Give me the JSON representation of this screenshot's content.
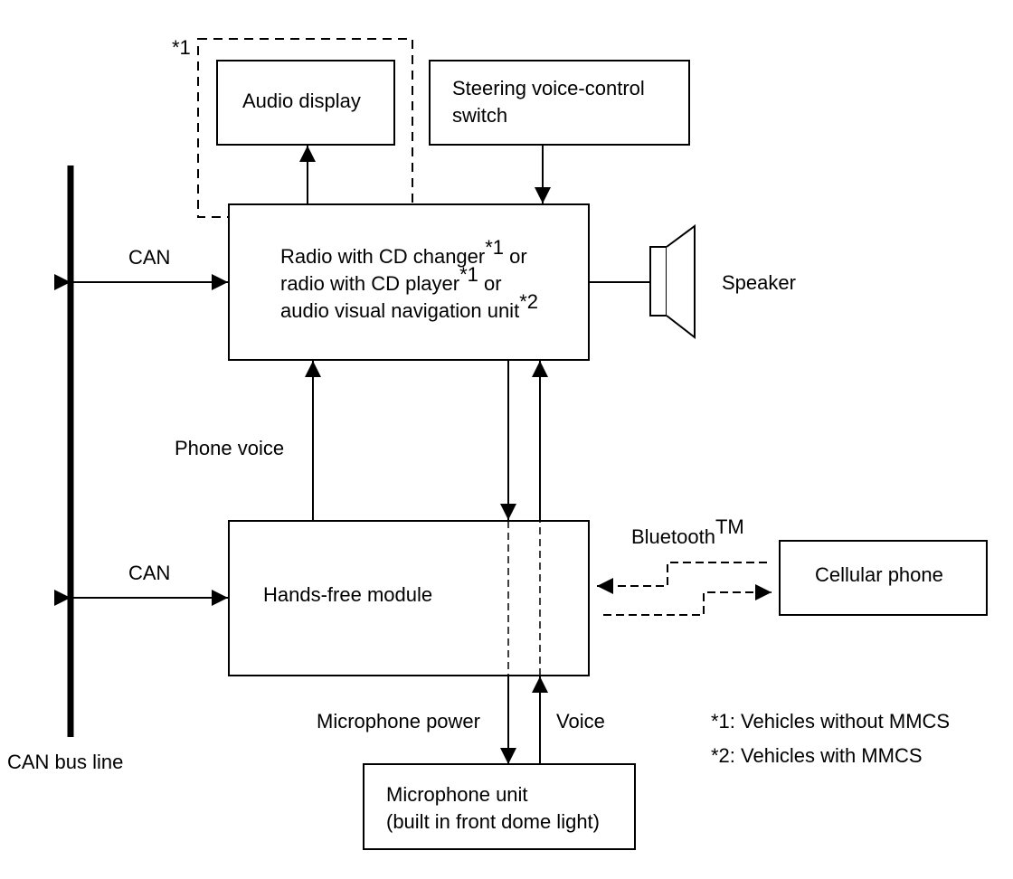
{
  "diagram": {
    "audio_display": {
      "label": "Audio display",
      "marker": "*1"
    },
    "steering_switch": {
      "line1": "Steering voice-control",
      "line2": "switch"
    },
    "radio_unit": {
      "line1": "Radio with CD changer",
      "line1_sup": "*1",
      "line1_end": " or",
      "line2": "radio with CD player",
      "line2_sup": "*1",
      "line2_end": " or",
      "line3": "audio visual navigation unit",
      "line3_sup": "*2"
    },
    "speaker": {
      "label": "Speaker"
    },
    "can_bus": {
      "label": "CAN bus line",
      "link_label": "CAN"
    },
    "phone_voice": {
      "label": "Phone voice"
    },
    "hands_free": {
      "label": "Hands-free module"
    },
    "bluetooth": {
      "label": "Bluetooth",
      "sup": "TM"
    },
    "cellular_phone": {
      "label": "Cellular phone"
    },
    "microphone_power": {
      "label": "Microphone power"
    },
    "voice": {
      "label": "Voice"
    },
    "microphone_unit": {
      "line1": "Microphone unit",
      "line2": "(built in front dome light)"
    },
    "notes": [
      "*1: Vehicles without MMCS",
      "*2: Vehicles with MMCS"
    ]
  }
}
